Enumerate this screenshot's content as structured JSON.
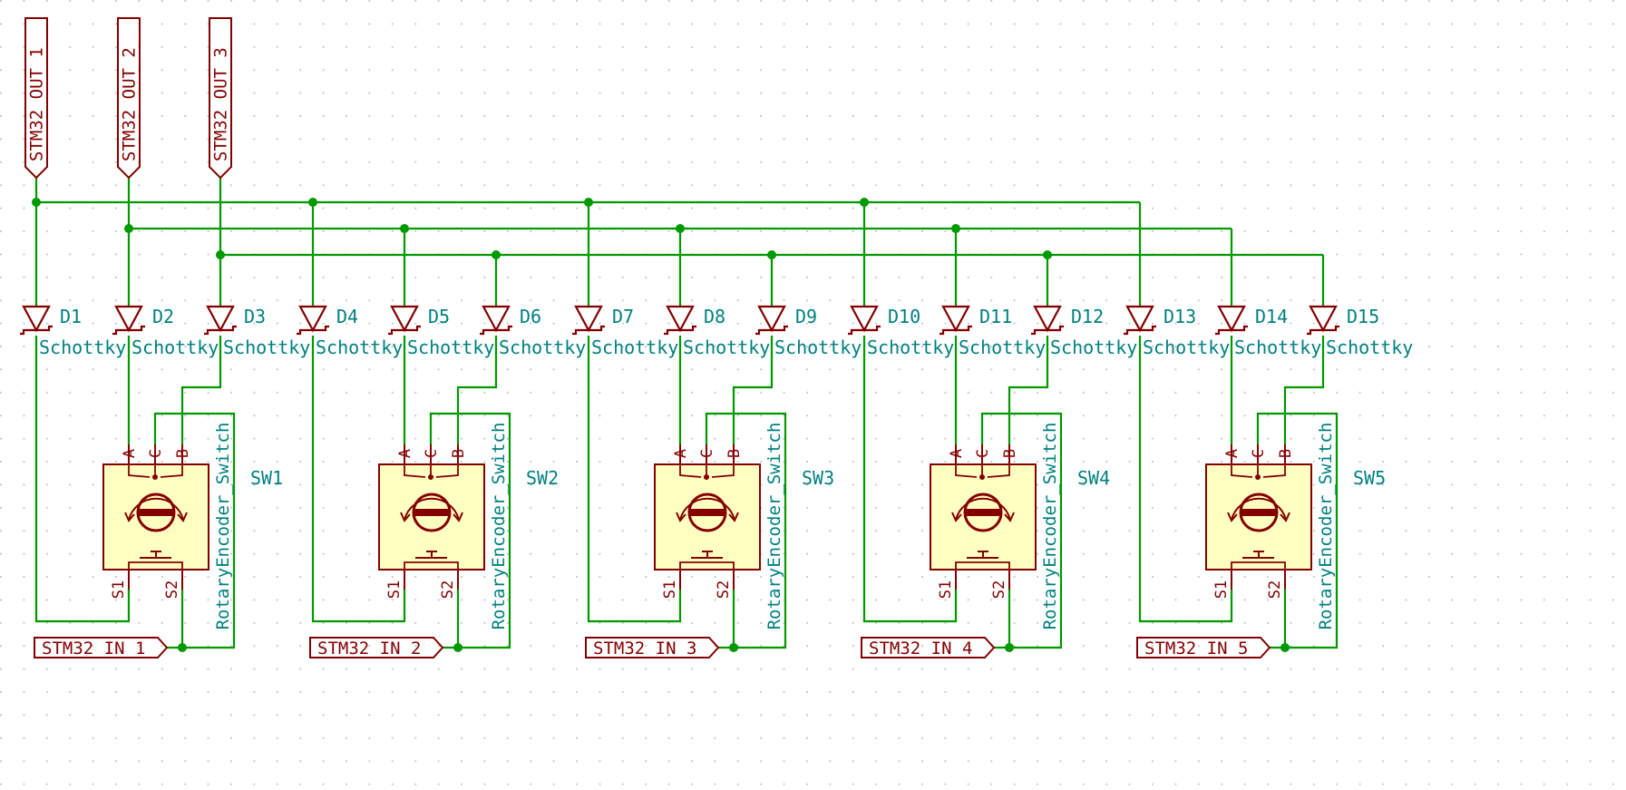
{
  "colors": {
    "background": "#ffffff",
    "grid_dot": "#c9c9c9",
    "wire": "#009900",
    "symbol": "#840000",
    "body_fill": "#ffffc2",
    "field_text": "#008080",
    "label_text": "#840000"
  },
  "output_labels": [
    "STM32 OUT 1",
    "STM32 OUT 2",
    "STM32 OUT 3"
  ],
  "input_labels": [
    "STM32 IN 1",
    "STM32 IN 2",
    "STM32 IN 3",
    "STM32 IN 4",
    "STM32 IN 5"
  ],
  "diodes": [
    {
      "ref": "D1",
      "value": "Schottky"
    },
    {
      "ref": "D2",
      "value": "Schottky"
    },
    {
      "ref": "D3",
      "value": "Schottky"
    },
    {
      "ref": "D4",
      "value": "Schottky"
    },
    {
      "ref": "D5",
      "value": "Schottky"
    },
    {
      "ref": "D6",
      "value": "Schottky"
    },
    {
      "ref": "D7",
      "value": "Schottky"
    },
    {
      "ref": "D8",
      "value": "Schottky"
    },
    {
      "ref": "D9",
      "value": "Schottky"
    },
    {
      "ref": "D10",
      "value": "Schottky"
    },
    {
      "ref": "D11",
      "value": "Schottky"
    },
    {
      "ref": "D12",
      "value": "Schottky"
    },
    {
      "ref": "D13",
      "value": "Schottky"
    },
    {
      "ref": "D14",
      "value": "Schottky"
    },
    {
      "ref": "D15",
      "value": "Schottky"
    }
  ],
  "switches": [
    {
      "ref": "SW1",
      "value": "RotaryEncoder_Switch"
    },
    {
      "ref": "SW2",
      "value": "RotaryEncoder_Switch"
    },
    {
      "ref": "SW3",
      "value": "RotaryEncoder_Switch"
    },
    {
      "ref": "SW4",
      "value": "RotaryEncoder_Switch"
    },
    {
      "ref": "SW5",
      "value": "RotaryEncoder_Switch"
    }
  ],
  "pin_names": {
    "a": "A",
    "c": "C",
    "b": "B",
    "s1": "S1",
    "s2": "S2"
  }
}
